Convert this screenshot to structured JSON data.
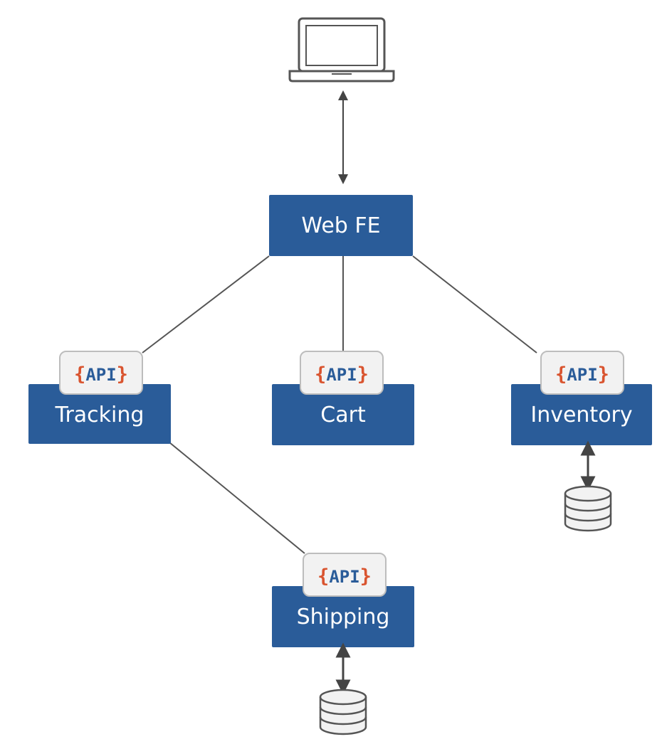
{
  "colors": {
    "box_fill": "#2a5c99",
    "box_text": "#ffffff",
    "api_badge_fill": "#f2f2f2",
    "api_badge_stroke": "#bdbdbd",
    "api_brace": "#d9542f",
    "api_text": "#2a5c99",
    "connector": "#555555",
    "icon_stroke": "#555555"
  },
  "nodes": {
    "web_fe": {
      "label": "Web FE"
    },
    "tracking": {
      "label": "Tracking",
      "api": {
        "open": "{",
        "text": "API",
        "close": "}"
      }
    },
    "cart": {
      "label": "Cart",
      "api": {
        "open": "{",
        "text": "API",
        "close": "}"
      }
    },
    "inventory": {
      "label": "Inventory",
      "api": {
        "open": "{",
        "text": "API",
        "close": "}"
      }
    },
    "shipping": {
      "label": "Shipping",
      "api": {
        "open": "{",
        "text": "API",
        "close": "}"
      }
    }
  },
  "icons": {
    "client": "laptop-icon",
    "inventory_store": "database-icon",
    "shipping_store": "database-icon"
  }
}
